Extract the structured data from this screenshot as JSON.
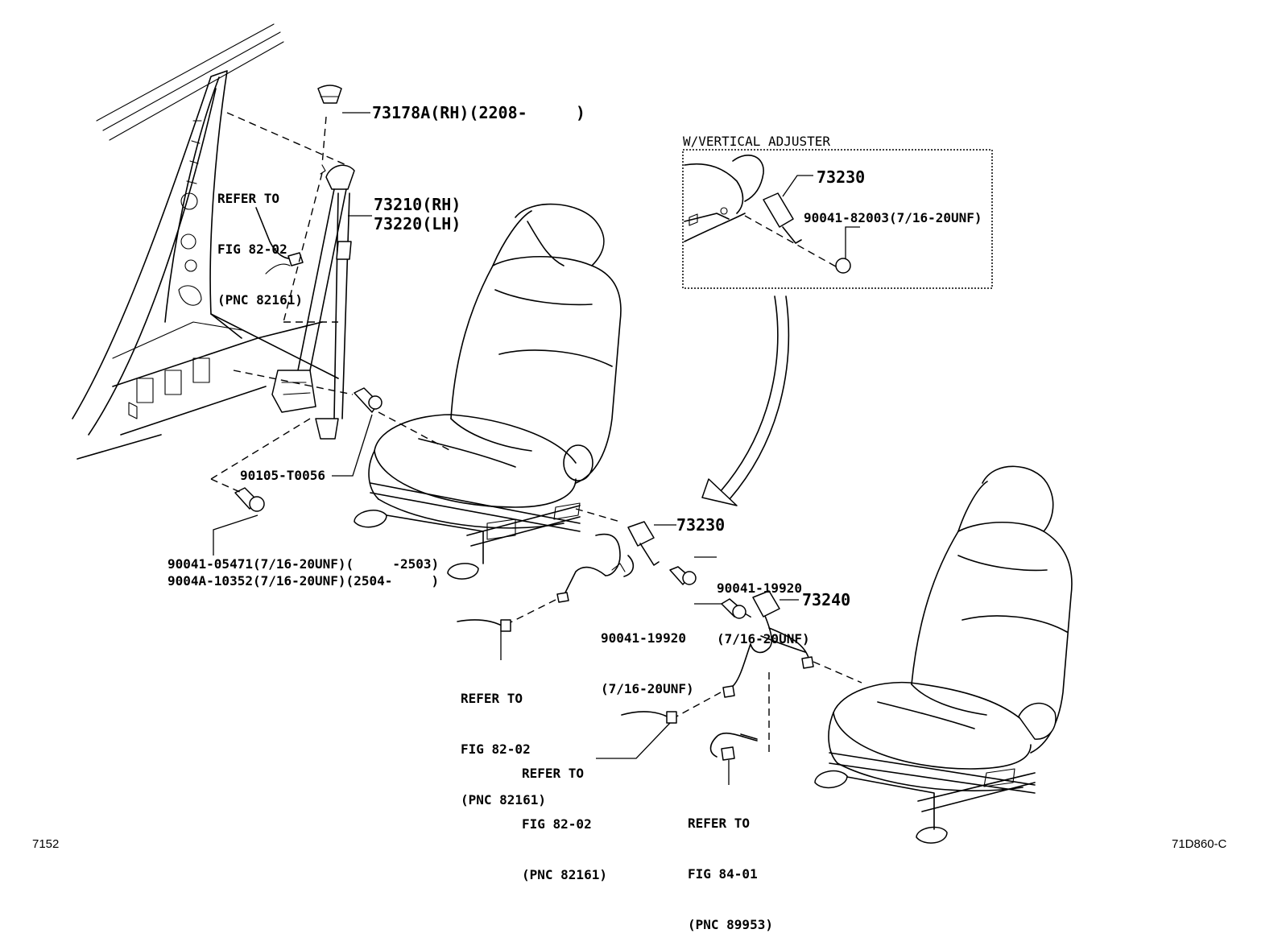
{
  "labels": {
    "p73178a": "73178A(RH)(2208-     )",
    "p73210": "73210(RH)",
    "p73220": "73220(LH)",
    "ref_a": [
      "REFER TO",
      "FIG 82-02",
      "(PNC 82161)"
    ],
    "p90105": "90105-T0056",
    "p90041_05471": "90041-05471(7/16-20UNF)(     -2503)",
    "p9004a_10352": "9004A-10352(7/16-20UNF)(2504-     )",
    "inset_title": "W/VERTICAL ADJUSTER",
    "inset_73230": "73230",
    "inset_90041_82003": "90041-82003(7/16-20UNF)",
    "p73230": "73230",
    "p90041_19920_a": [
      "90041-19920",
      "(7/16-20UNF)"
    ],
    "p90041_19920_b": [
      "90041-19920",
      "(7/16-20UNF)"
    ],
    "p73240": "73240",
    "ref_b": [
      "REFER TO",
      "FIG 82-02",
      "(PNC 82161)"
    ],
    "ref_c": [
      "REFER TO",
      "FIG 82-02",
      "(PNC 82161)"
    ],
    "ref_d": [
      "REFER TO",
      "FIG 84-01",
      "(PNC 89953)"
    ]
  },
  "footer": {
    "left": "7152",
    "right": "71D860-C"
  }
}
